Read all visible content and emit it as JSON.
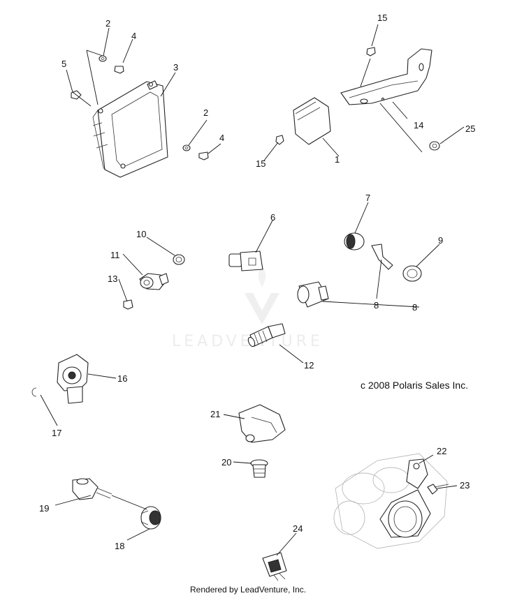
{
  "callouts": [
    "1",
    "2",
    "2",
    "3",
    "4",
    "4",
    "5",
    "6",
    "7",
    "8",
    "8",
    "9",
    "10",
    "11",
    "12",
    "13",
    "14",
    "15",
    "15",
    "16",
    "17",
    "18",
    "19",
    "20",
    "21",
    "22",
    "23",
    "24",
    "25"
  ],
  "copyright": "c 2008 Polaris Sales Inc.",
  "watermark": "LEADVENTURE",
  "footer": "Rendered by LeadVenture, Inc."
}
